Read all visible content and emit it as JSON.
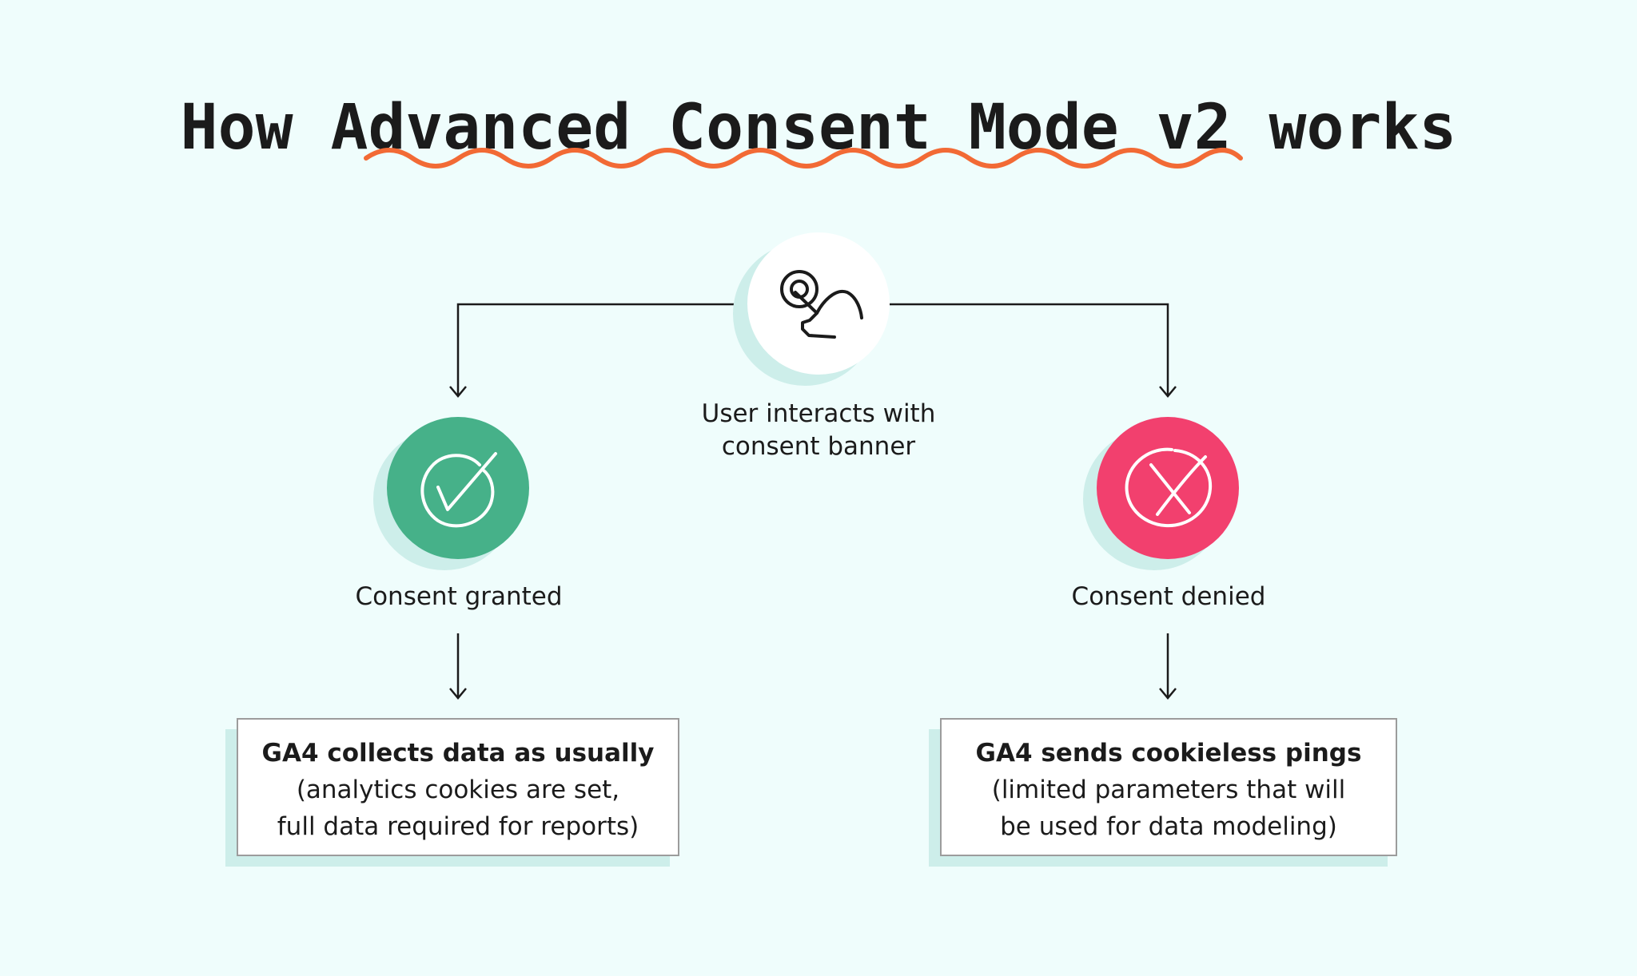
{
  "title": "How Advanced Consent Mode v2 works",
  "colors": {
    "background": "#effdfc",
    "accent_wave": "#f26a35",
    "granted": "#46b189",
    "denied": "#f2406e",
    "shadow": "#cdeeea",
    "line": "#1b1b1b"
  },
  "nodes": {
    "start": {
      "icon": "hand-tap-icon",
      "label_line1": "User interacts with",
      "label_line2": "consent banner"
    },
    "granted": {
      "icon": "check-circle-icon",
      "label": "Consent granted"
    },
    "denied": {
      "icon": "x-circle-icon",
      "label": "Consent denied"
    }
  },
  "outcomes": {
    "granted": {
      "title": "GA4 collects data as usually",
      "line1": "(analytics cookies are set,",
      "line2": "full data required for reports)"
    },
    "denied": {
      "title": "GA4 sends cookieless pings",
      "line1": "(limited parameters that will",
      "line2": "be used for data modeling)"
    }
  }
}
